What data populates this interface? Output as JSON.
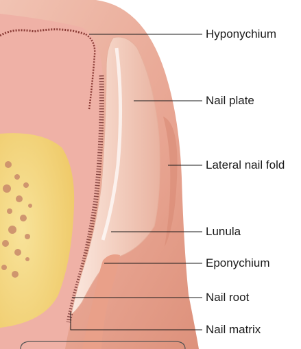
{
  "labels": {
    "hyponychium": "Hyponychium",
    "nail_plate": "Nail plate",
    "lateral_nail_fold": "Lateral nail fold",
    "lunula": "Lunula",
    "eponychium": "Eponychium",
    "nail_root": "Nail root",
    "nail_matrix": "Nail matrix"
  },
  "colors": {
    "skin": "#e7a692",
    "skin_light": "#f3c7b8",
    "dermis_pink": "#f0b0a8",
    "bone_marrow": "#f3d27a",
    "bone_dots": "#c98a6a",
    "nail_plate": "#f6d9cc",
    "leader_line": "#1a1a1a"
  }
}
